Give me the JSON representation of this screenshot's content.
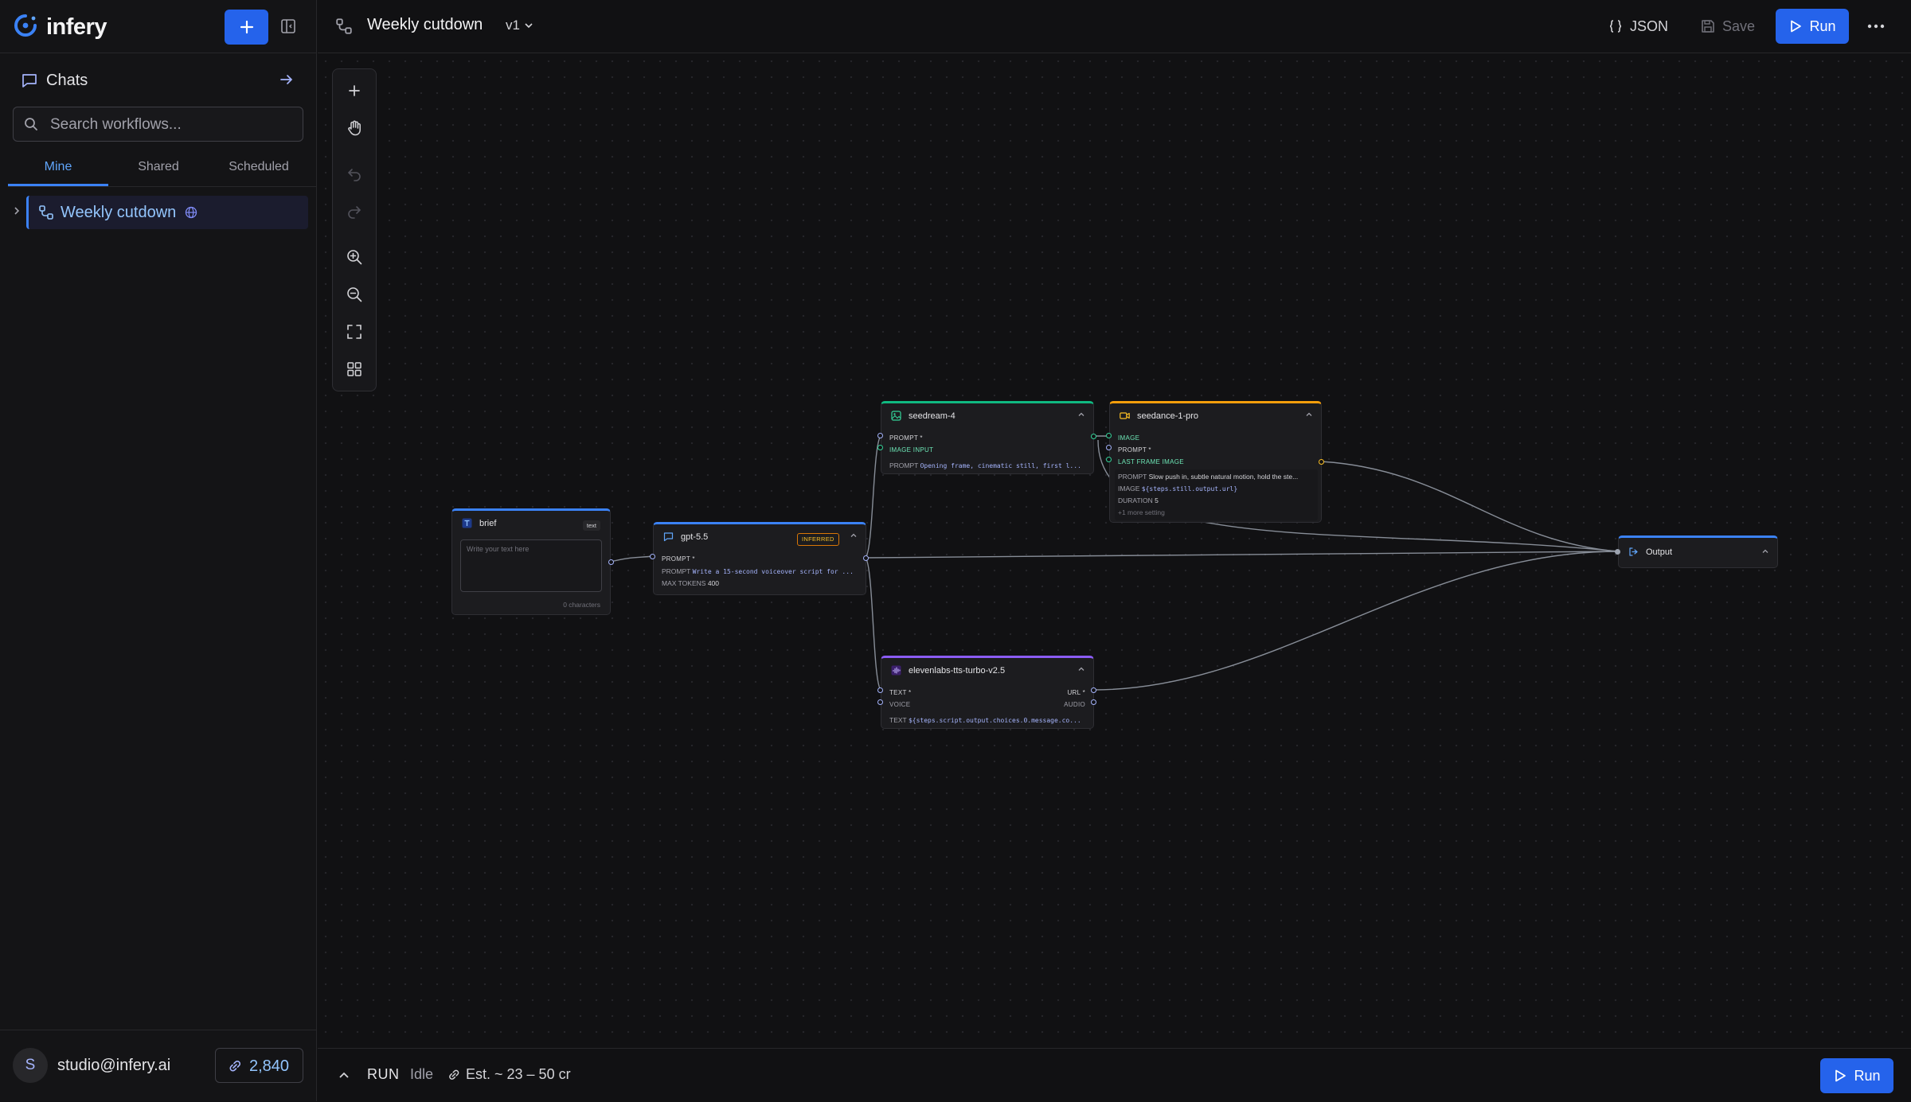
{
  "app": {
    "name": "infery"
  },
  "sidebar": {
    "chats_label": "Chats",
    "search_placeholder": "Search workflows...",
    "tabs": [
      {
        "label": "Mine"
      },
      {
        "label": "Shared"
      },
      {
        "label": "Scheduled"
      }
    ],
    "workflows": [
      {
        "name": "Weekly cutdown"
      }
    ],
    "user": {
      "initial": "S",
      "email": "studio@infery.ai"
    },
    "credits": "2,840"
  },
  "header": {
    "workflow_title": "Weekly cutdown",
    "version": "v1",
    "json_label": "JSON",
    "save_label": "Save",
    "run_label": "Run"
  },
  "nodes": {
    "brief": {
      "title": "brief",
      "type_badge": "text",
      "placeholder": "Write your text here",
      "char_count": "0 characters"
    },
    "gpt": {
      "title": "gpt-5.5",
      "badge": "INFERRED",
      "port_prompt": "PROMPT *",
      "prompt_key": "PROMPT",
      "prompt_value": "Write a 15-second voiceover script for ...",
      "max_tokens_key": "MAX TOKENS",
      "max_tokens_value": "400"
    },
    "seedream": {
      "title": "seedream-4",
      "port_prompt": "PROMPT *",
      "port_image_input": "IMAGE INPUT",
      "prompt_key": "PROMPT",
      "prompt_value": "Opening frame, cinematic still, first l..."
    },
    "seedance": {
      "title": "seedance-1-pro",
      "port_image": "IMAGE",
      "port_prompt": "PROMPT *",
      "port_last_frame": "LAST FRAME IMAGE",
      "prompt_key": "PROMPT",
      "prompt_value": "Slow push in, subtle natural motion, hold the ste...",
      "image_key": "IMAGE",
      "image_value": "${steps.still.output.url}",
      "duration_key": "DURATION",
      "duration_value": "5",
      "more_settings": "+1 more setting"
    },
    "tts": {
      "title": "elevenlabs-tts-turbo-v2.5",
      "port_text": "TEXT *",
      "port_voice": "VOICE",
      "port_url": "URL *",
      "port_audio": "AUDIO",
      "text_key": "TEXT",
      "text_value": "${steps.script.output.choices.0.message.co..."
    },
    "output": {
      "title": "Output"
    }
  },
  "run_panel": {
    "label": "RUN",
    "status": "Idle",
    "estimate": "Est. ~ 23 – 50 cr",
    "run_label": "Run"
  },
  "colors": {
    "accent": "#2563eb",
    "brief": "#3b82f6",
    "gpt": "#3b82f6",
    "seedream": "#10b981",
    "seedance": "#f59e0b",
    "tts": "#8b5cf6",
    "output": "#3b82f6"
  }
}
